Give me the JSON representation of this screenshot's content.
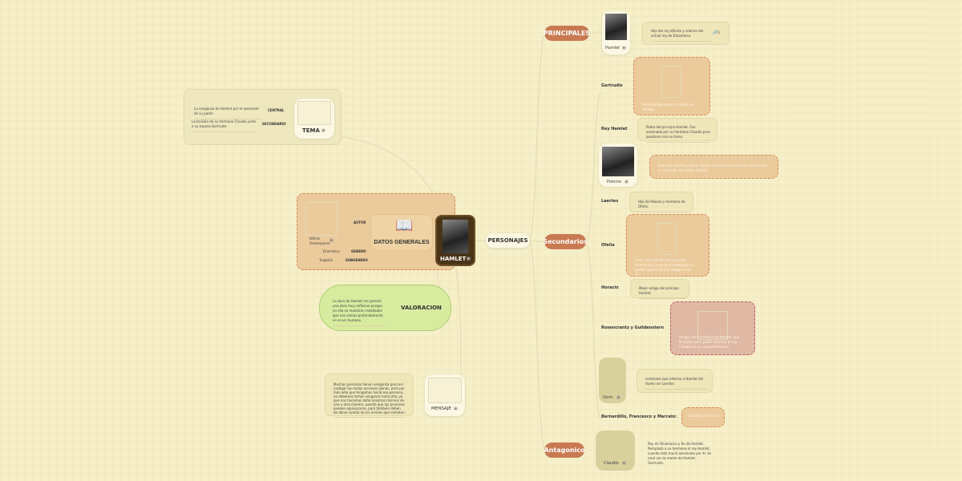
{
  "central": {
    "label": "HAMLET"
  },
  "tema": {
    "label": "TEMA",
    "branches": [
      {
        "label": "CENTRAL",
        "note": "La venganza de Hamlet por el asesinato de su padre"
      },
      {
        "label": "SECUNDARIO",
        "note": "La traición de su hermano Claudio junto a su esposa Gertrudis"
      }
    ]
  },
  "datos": {
    "label": "DATOS GENERALES",
    "icon": "open-book-icon",
    "autor": {
      "label": "AUTOR",
      "value": "Willian Shakespeare"
    },
    "genero": {
      "label": "GENERO",
      "value": "Dramatico"
    },
    "subgenero": {
      "label": "SUBGENERO",
      "value": "Tragedia"
    }
  },
  "valoracion": {
    "label": "VALORACION",
    "note": "La obra de Hamlet me pareció una obra muy reflexiva porque en ella se muestran realidades que nos vemos profundamente en el ser humano."
  },
  "mensaje": {
    "label": "MENSAJE",
    "note": "Muchas personas tienen venganza para así castigar las malas acciones ajenas, pero por más odio que tengamos hacia esa persona, no debemos tomar venganza hacia ella, ya que nos hacemos daño nosotros mismos de una u otra manera, puesto que las personas pueden equivocarse, pero también deben de darse cuenta de los errores que cometen."
  },
  "personajes": {
    "label": "PERSONAJES",
    "principales": {
      "label": "PRINCIPALES",
      "hamlet": {
        "label": "Hamlet",
        "note": "Hijo del rey difunto y sobrino del actual rey de Dinamarca.",
        "link_count": "1"
      }
    },
    "secundarios": {
      "label": "Secundarios",
      "items": [
        {
          "label": "Gertrudis",
          "note": "Reina de Dinamarca y madre de Hamlet."
        },
        {
          "label": "Rey Hamlet",
          "note": "Padre del principe Hamlet. Fue asesinado por su hermano Claudio para quedarse con su trono."
        },
        {
          "label": "Polonio",
          "note": "Padre de Laertes y Ofelia. Muere asesinado por Hamlet cuando éste lo confunde con el Rey Claudio."
        },
        {
          "label": "Laertes",
          "note": "Hijo de Polonio y hermano de Ofelia."
        },
        {
          "label": "Ofelia",
          "note": "Tiene una relación amorosa con Hamlet pero cuando él enloquece no puede soportarlo y se ahoga en un río."
        },
        {
          "label": "Horacio",
          "note": "Mejor amigo del principe Hamlet."
        },
        {
          "label": "Rosencrantz y Guildenstern",
          "note": "Amigos de la infancia de Hamlet, que lo espian para poder informar al rey Claudio de su comportamiento."
        },
        {
          "label": "Osric",
          "note": "cortesano que informa a Hamlet del duelo con Laertes."
        },
        {
          "label": "Bernardillo, Francesco y Marcelo:",
          "note": "Guardias de Elsinor"
        }
      ]
    },
    "antagonico": {
      "label": "Antagonico",
      "claudio": {
        "label": "Claudio",
        "note": "Rey de Dinamarca y tío de Hamlet. Remplazó a su hermano el rey Hamlet, cuando éste murió asesinado por él. Se casó con la madre de Hamlet, Gertrudis."
      }
    }
  },
  "colors": {
    "background": "#f6efc8",
    "branch": "#c97a52",
    "central": "#4a3418",
    "valoracion": "#d8eca0"
  }
}
